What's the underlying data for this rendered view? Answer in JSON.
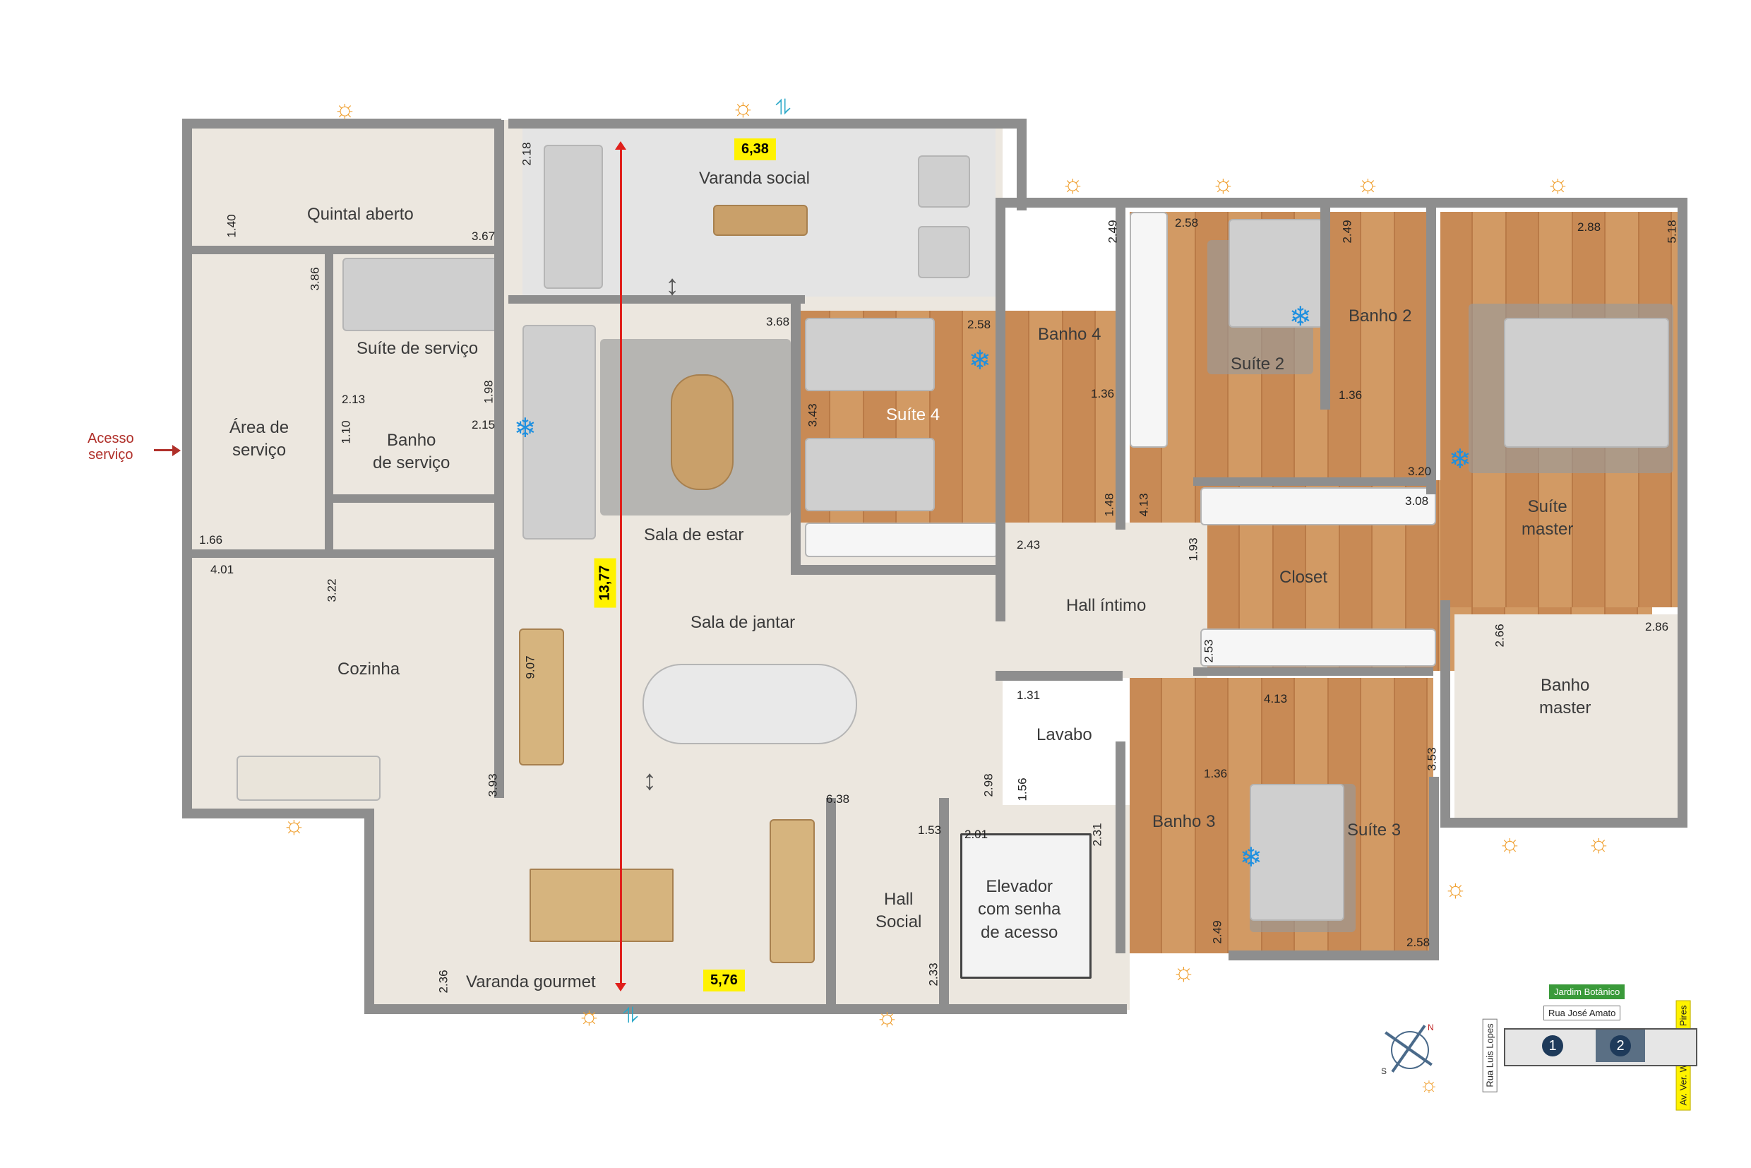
{
  "rooms": {
    "quintal": "Quintal aberto",
    "varanda_social": "Varanda social",
    "suite_servico": "Suíte de serviço",
    "area_servico": "Área de\nserviço",
    "banho_servico": "Banho\nde serviço",
    "sala_estar": "Sala de estar",
    "suite4": "Suíte 4",
    "banho4": "Banho 4",
    "suite2": "Suíte 2",
    "banho2": "Banho 2",
    "suite_master": "Suíte\nmaster",
    "closet": "Closet",
    "hall_intimo": "Hall íntimo",
    "cozinha": "Cozinha",
    "sala_jantar": "Sala de jantar",
    "lavabo": "Lavabo",
    "banho_master": "Banho\nmaster",
    "banho3": "Banho 3",
    "suite3": "Suíte 3",
    "hall_social": "Hall\nSocial",
    "elevador": "Elevador\ncom senha\nde acesso",
    "varanda_gourmet": "Varanda gourmet"
  },
  "acesso": "Acesso\nserviço",
  "highlights": {
    "top": "6,38",
    "vertical": "13,77",
    "bottom": "5,76"
  },
  "dims": {
    "d218": "2.18",
    "d140": "1.40",
    "d367": "3.67",
    "d386": "3.86",
    "d213": "2.13",
    "d198": "1.98",
    "d110": "1.10",
    "d215": "2.15",
    "d166": "1.66",
    "d368": "3.68",
    "d258a": "2.58",
    "d343": "3.43",
    "d249a": "2.49",
    "d136a": "1.36",
    "d148": "1.48",
    "d413a": "4.13",
    "d258b": "2.58",
    "d249b": "2.49",
    "d136b": "1.36",
    "d288": "2.88",
    "d518": "5.18",
    "d320": "3.20",
    "d308": "3.08",
    "d243": "2.43",
    "d193": "1.93",
    "d401": "4.01",
    "d322": "3.22",
    "d907": "9.07",
    "d393": "3.93",
    "d131": "1.31",
    "d298": "2.98",
    "d156": "1.56",
    "d253": "2.53",
    "d413b": "4.13",
    "d266": "2.66",
    "d286": "2.86",
    "d353": "3.53",
    "d136c": "1.36",
    "d638": "6.38",
    "d153": "1.53",
    "d201": "2.01",
    "d231": "2.31",
    "d236": "2.36",
    "d233": "2.33",
    "d249c": "2.49",
    "d258c": "2.58"
  },
  "map": {
    "jardim": "Jardim Botânico",
    "rua_jose": "Rua José Amato",
    "rua_luis": "Rua Luis Lopes",
    "av_ver": "Av. Ver. Wanderley Pires",
    "b1": "1",
    "b2": "2",
    "compass_n": "N",
    "compass_s": "S"
  },
  "colors": {
    "wall": "#8e8e8e",
    "tile": "#ece7df",
    "wood": "#c88a55",
    "highlight": "#fff200",
    "arrow": "#e0201c",
    "jardim": "#3a9a3a"
  }
}
